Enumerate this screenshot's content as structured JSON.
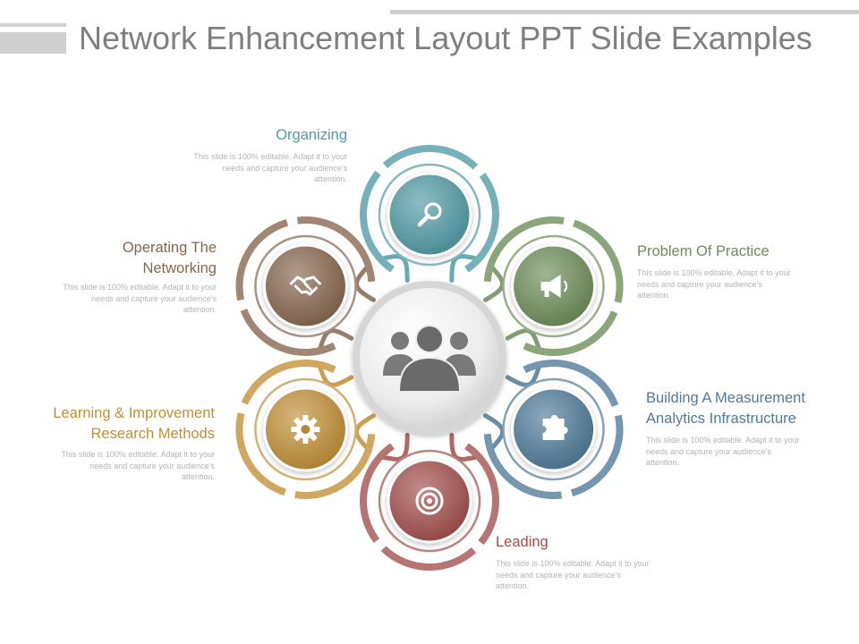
{
  "title": "Network Enhancement Layout PPT Slide Examples",
  "center": {
    "icon": "people-group-icon",
    "color": "#c9c9c9"
  },
  "nodes": [
    {
      "label": "Organizing",
      "desc": "This slide is 100% editable. Adapt it to your needs and capture your audience's attention.",
      "icon": "search-icon",
      "color": "#4f9aa6"
    },
    {
      "label": "Problem Of Practice",
      "desc": "This slide is 100% editable. Adapt it to your needs and capture your audience's attention.",
      "icon": "megaphone-icon",
      "color": "#6c8d57"
    },
    {
      "label": "Building A Measurement Analytics Infrastructure",
      "desc": "This slide is 100% editable. Adapt it to your needs and capture your audience's attention.",
      "icon": "puzzle-icon",
      "color": "#4d7a98"
    },
    {
      "label": "Leading",
      "desc": "This slide is 100% editable. Adapt it to your needs and capture your audience's attention.",
      "icon": "target-icon",
      "color": "#a24d4a"
    },
    {
      "label": "Learning & Improvement Research Methods",
      "desc": "This slide is 100% editable. Adapt it to your needs and capture your audience's attention.",
      "icon": "gear-icon",
      "color": "#c28e34"
    },
    {
      "label": "Operating The Networking",
      "desc": "This slide is 100% editable. Adapt it to your needs and capture your audience's attention.",
      "icon": "handshake-icon",
      "color": "#86654c"
    }
  ]
}
